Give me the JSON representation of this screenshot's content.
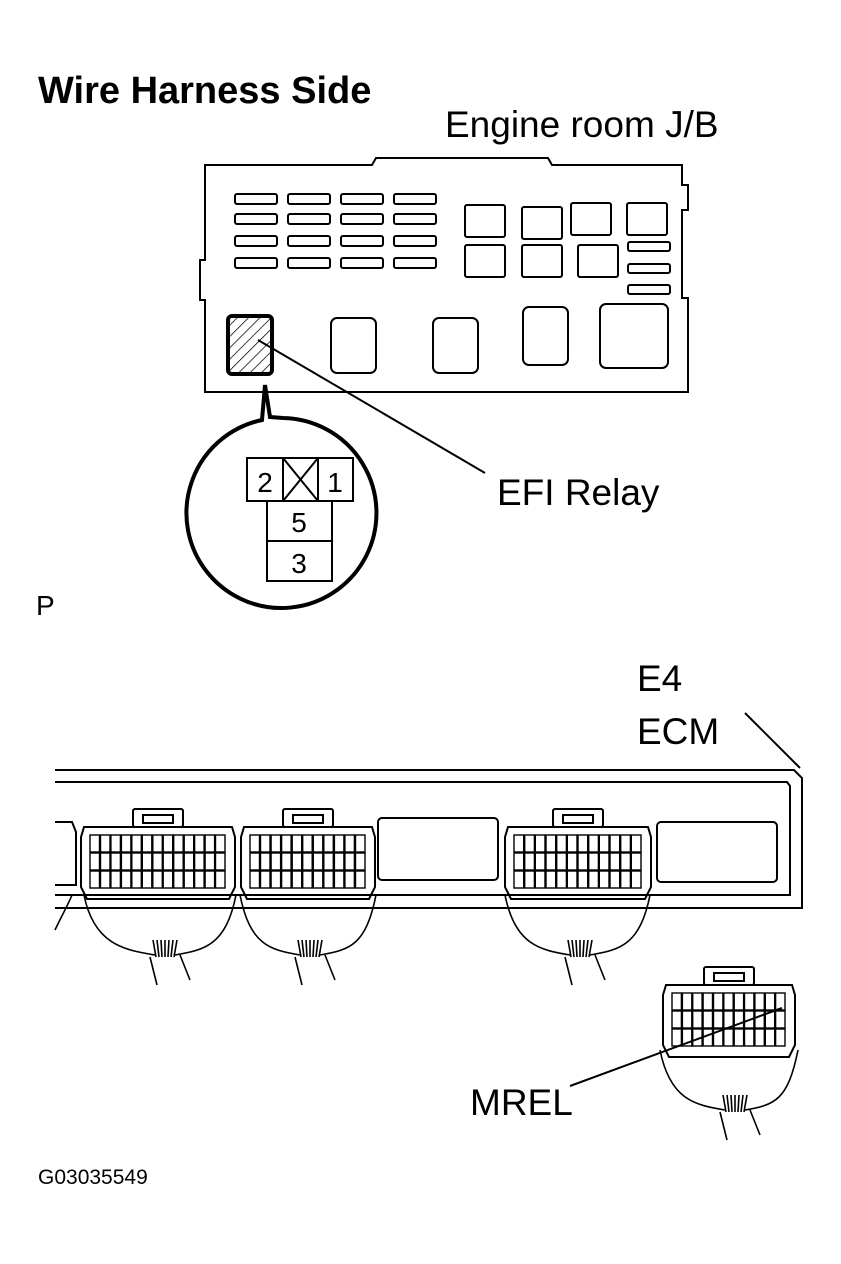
{
  "header": {
    "title": "Wire Harness Side"
  },
  "engine_room_jb": {
    "label": "Engine room J/B",
    "relay_label": "EFI Relay",
    "relay_terminals": {
      "t2": "2",
      "t1": "1",
      "t5": "5",
      "t3": "3"
    }
  },
  "section_marker": "P",
  "ecm": {
    "connector_id": "E4",
    "label": "ECM",
    "pin_label": "MREL"
  },
  "figure_code": "G03035549"
}
